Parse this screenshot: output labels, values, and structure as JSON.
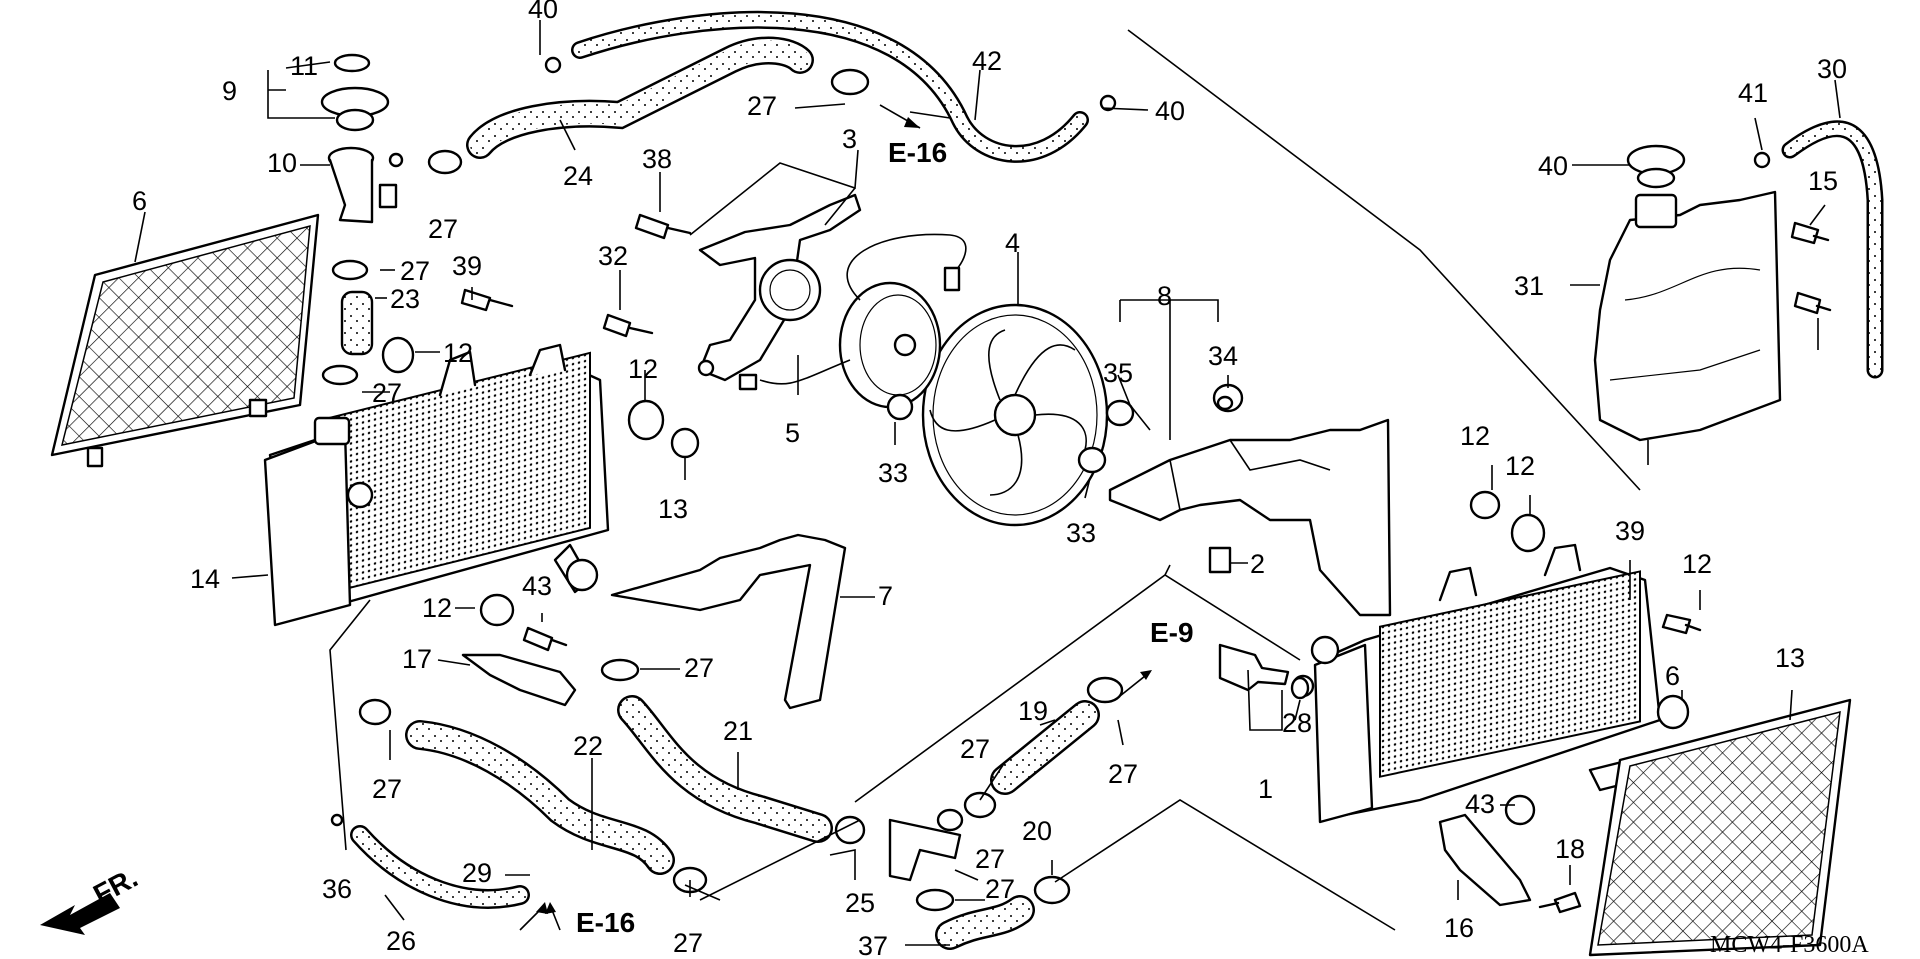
{
  "diagram": {
    "code": "MCW4-F3600A",
    "direction_label": "FR.",
    "references": [
      "E-16",
      "E-9",
      "E-16"
    ],
    "callouts": [
      "40",
      "11",
      "9",
      "10",
      "6",
      "24",
      "27",
      "42",
      "40",
      "27",
      "38",
      "3",
      "39",
      "27",
      "23",
      "12",
      "27",
      "32",
      "12",
      "13",
      "4",
      "5",
      "33",
      "8",
      "35",
      "34",
      "33",
      "2",
      "14",
      "12",
      "43",
      "17",
      "27",
      "7",
      "22",
      "21",
      "27",
      "36",
      "29",
      "26",
      "27",
      "19",
      "27",
      "27",
      "25",
      "27",
      "27",
      "20",
      "37",
      "28",
      "1",
      "39",
      "12",
      "6",
      "13",
      "12",
      "12",
      "43",
      "18",
      "16",
      "40",
      "41",
      "30",
      "15",
      "31"
    ]
  }
}
